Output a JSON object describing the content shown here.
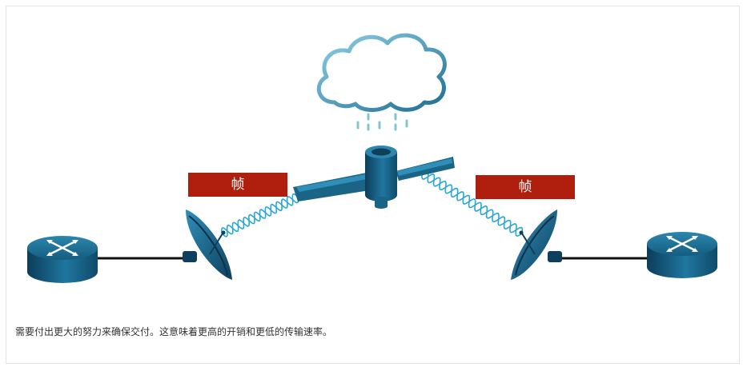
{
  "labels": {
    "frame_left": "帧",
    "frame_right": "帧"
  },
  "caption": "需要付出更大的努力来确保交付。这意味着更高的开销和更低的传输速率。",
  "icons": [
    "router-icon",
    "dish-antenna-icon",
    "satellite-icon",
    "cloud-icon",
    "rain-icon",
    "wave-signal-icon"
  ],
  "colors": {
    "device_blue": "#1f6e92",
    "device_dark": "#0e3f5c",
    "wave": "#2aa7d6",
    "frame_label_bg": "#b01f0d",
    "cable": "#111111",
    "cloud_outline": "#2a7fa8",
    "rain": "#7fc6cf"
  }
}
